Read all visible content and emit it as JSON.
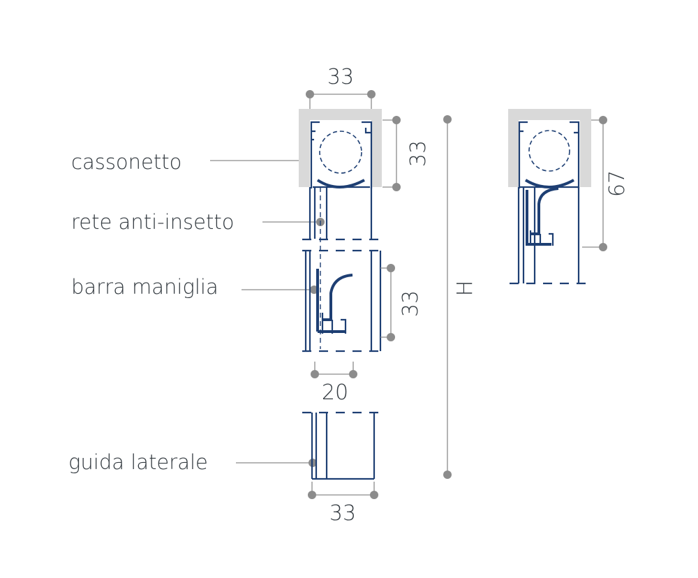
{
  "labels": {
    "cassonetto": "cassonetto",
    "rete": "rete anti-insetto",
    "barra": "barra maniglia",
    "guida": "guida laterale"
  },
  "dimensions": {
    "top_width": "33",
    "box_height": "33",
    "barra_height": "33",
    "barra_width": "20",
    "guida_width": "33",
    "total_height": "H",
    "side_height": "67"
  },
  "colors": {
    "profile": "#1e3f73",
    "dimension": "#8c8c8c",
    "box": "#d9d9d9",
    "text": "#333a40"
  }
}
